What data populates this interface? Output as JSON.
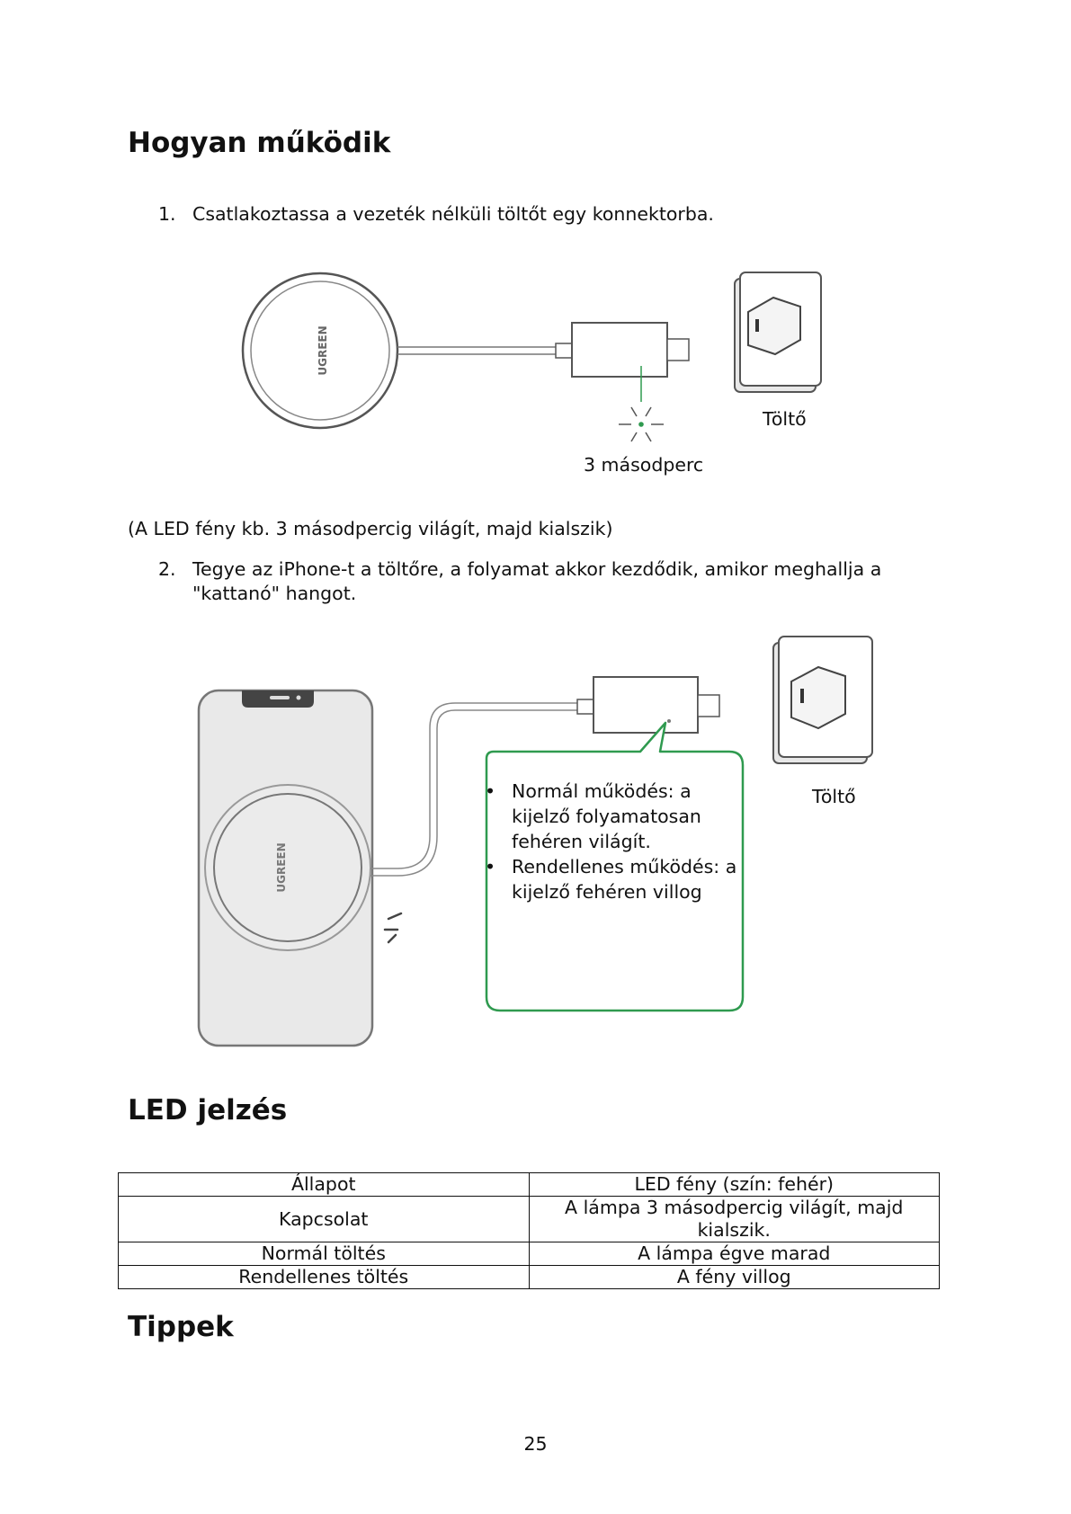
{
  "section1": {
    "heading": "Hogyan működik"
  },
  "step1": {
    "number": "1.",
    "text": "Csatlakoztassa a vezeték nélküli töltőt egy konnektorba."
  },
  "figure1": {
    "brand_label": "UGREEN",
    "charger_label": "Töltő",
    "led_duration_label": "3 másodperc",
    "led_color": "#2f9a4f"
  },
  "note": "(A LED fény kb. 3 másodpercig világít, majd kialszik)",
  "step2": {
    "number": "2.",
    "text": "Tegye az iPhone-t a töltőre, a folyamat akkor kezdődik, amikor meghallja a \"kattanó\" hangot."
  },
  "figure2": {
    "brand_label": "UGREEN",
    "charger_label": "Töltő",
    "bubble_color": "#2f9a4f",
    "bubble_items": [
      "Normál működés: a kijelző folyamatosan fehéren világít.",
      "Rendellenes működés: a kijelző fehéren villog"
    ]
  },
  "section2": {
    "heading": "LED jelzés"
  },
  "led_table": {
    "headers": [
      "Állapot",
      "LED fény (szín: fehér)"
    ],
    "rows": [
      [
        "Kapcsolat",
        "A lámpa 3 másodpercig világít, majd kialszik."
      ],
      [
        "Normál töltés",
        "A lámpa égve marad"
      ],
      [
        "Rendellenes töltés",
        "A fény villog"
      ]
    ]
  },
  "section3": {
    "heading": "Tippek"
  },
  "page_number": "25"
}
